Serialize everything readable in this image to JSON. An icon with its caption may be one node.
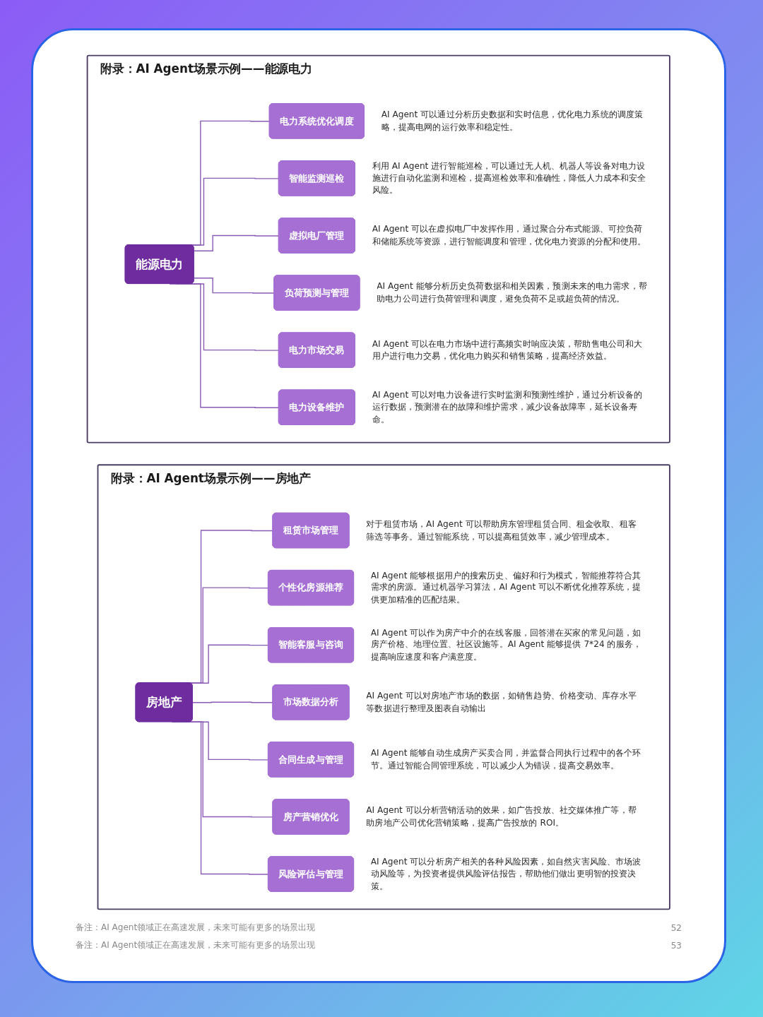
{
  "diagram": {
    "nodes": [
      {
        "text": [
          "附录：AI Agent场景示例——能源电力"
        ]
      },
      {
        "text": [
          "能源电力"
        ],
        "in": 0
      },
      {
        "text": [
          "电力系统优化调度"
        ],
        "in": 0,
        "beside": [
          "AI Agent 可以通过分析历史数据和实时信息，优化电力系统的调度策略，提高电网的运行效率和稳定性。"
        ]
      },
      {
        "text": [
          "智能监测巡检"
        ],
        "in": 0,
        "beside": [
          "利用 AI Agent 进行智能巡检，可以通过无人机、机器人等设备对电力设施进行自动化监测和巡检，提高巡检效率和准确性，降低人力成本和安全风险。"
        ]
      },
      {
        "text": [
          "虚拟电厂管理"
        ],
        "in": 0,
        "beside": [
          "AI Agent 可以在虚拟电厂中发挥作用，通过聚合分布式能源、可控负荷和储能系统等资源，进行智能调度和管理，优化电力资源的分配和使用。"
        ]
      },
      {
        "text": [
          "负荷预测与管理"
        ],
        "in": 0,
        "beside": [
          "AI Agent 能够分析历史负荷数据和相关因素，预测未来的电力需求，帮助电力公司进行负荷管理和调度，避免负荷不足或超负荷的情况。"
        ]
      },
      {
        "text": [
          "电力市场交易"
        ],
        "in": 0,
        "beside": [
          "AI Agent 可以在电力市场中进行高频实时响应决策，帮助售电公司和大用户进行电力交易，优化电力购买和销售策略，提高经济效益。"
        ]
      },
      {
        "text": [
          "电力设备维护"
        ],
        "in": 0,
        "beside": [
          "AI Agent 可以对电力设备进行实时监测和预测性维护，通过分析设备的运行数据，预测潜在的故障和维护需求，减少设备故障率，延长设备寿命。"
        ]
      },
      {
        "text": [
          "附录：AI Agent场景示例——房地产"
        ]
      },
      {
        "text": [
          "房地产"
        ],
        "in": 8
      },
      {
        "text": [
          "租赁市场管理"
        ],
        "in": 8,
        "beside": [
          "对于租赁市场，AI Agent 可以帮助房东管理租赁合同、租金收取、租客筛选等事务。通过智能系统，可以提高租赁效率，减少管理成本。"
        ]
      },
      {
        "text": [
          "个性化房源推荐"
        ],
        "in": 8,
        "beside": [
          "AI Agent 能够根据用户的搜索历史、偏好和行为模式，智能推荐符合其需求的房源。通过机器学习算法，AI Agent 可以不断优化推荐系统，提供更加精准的匹配结果。"
        ]
      },
      {
        "text": [
          "智能客服与咨询"
        ],
        "in": 8,
        "beside": [
          "AI Agent 可以作为房产中介的在线客服，回答潜在买家的常见问题，如房产价格、地理位置、社区设施等。AI Agent 能够提供 7*24 的服务，提高响应速度和客户满意度。"
        ]
      },
      {
        "text": [
          "市场数据分析"
        ],
        "in": 8,
        "beside": [
          "AI Agent 可以对房地产市场的数据，如销售趋势、价格变动、库存水平等数据进行整理及图表自动输出"
        ]
      },
      {
        "text": [
          "合同生成与管理"
        ],
        "in": 8,
        "beside": [
          "AI Agent 能够自动生成房产买卖合同，并监督合同执行过程中的各个环节。通过智能合同管理系统，可以减少人为错误，提高交易效率。"
        ]
      },
      {
        "text": [
          "房产营销优化"
        ],
        "in": 8,
        "beside": [
          "AI Agent 可以分析营销活动的效果，如广告投放、社交媒体推广等，帮助房地产公司优化营销策略，提高广告投放的 ROI。"
        ]
      },
      {
        "text": [
          "风险评估与管理"
        ],
        "in": 8,
        "beside": [
          "AI Agent 可以分析房产相关的各种风险因素，如自然灾害风险、市场波动风险等，为投资者提供风险评估报告，帮助他们做出更明智的投资决策。"
        ]
      }
    ],
    "edges": [
      {
        "from": 1,
        "to": 2,
        "arrow": "none"
      },
      {
        "from": 1,
        "to": 3,
        "arrow": "none"
      },
      {
        "from": 1,
        "to": 4,
        "arrow": "none"
      },
      {
        "from": 1,
        "to": 5,
        "arrow": "none"
      },
      {
        "from": 1,
        "to": 6,
        "arrow": "none"
      },
      {
        "from": 1,
        "to": 7,
        "arrow": "none"
      },
      {
        "from": 9,
        "to": 10,
        "arrow": "none"
      },
      {
        "from": 9,
        "to": 11,
        "arrow": "none"
      },
      {
        "from": 9,
        "to": 12,
        "arrow": "none"
      },
      {
        "from": 9,
        "to": 13,
        "arrow": "none"
      },
      {
        "from": 9,
        "to": 14,
        "arrow": "none"
      },
      {
        "from": 9,
        "to": 15,
        "arrow": "none"
      },
      {
        "from": 9,
        "to": 16,
        "arrow": "none"
      }
    ],
    "labels": [
      "备注：AI Agent领域正在高速发展，未来可能有更多的场景出现",
      "52",
      "备注：AI Agent领域正在高速发展，未来可能有更多的场景出现",
      "53"
    ]
  }
}
